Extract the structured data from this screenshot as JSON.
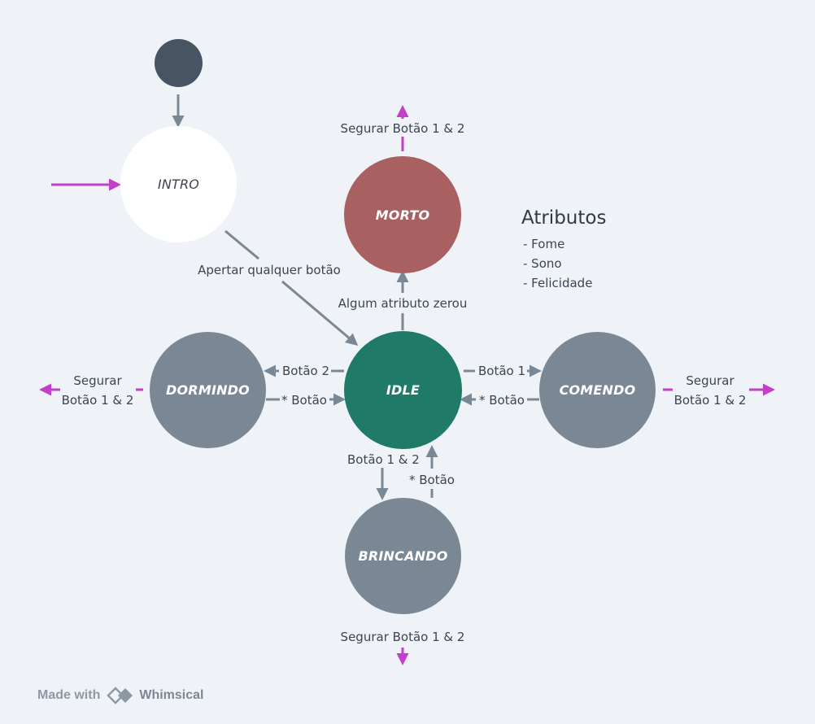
{
  "nodes": {
    "intro": "INTRO",
    "morto": "MORTO",
    "idle": "IDLE",
    "dormindo": "DORMINDO",
    "comendo": "COMENDO",
    "brincando": "BRINCANDO"
  },
  "labels": {
    "segurar_top": "Segurar Botão 1 & 2",
    "apertar": "Apertar qualquer botão",
    "algum": "Algum atributo zerou",
    "botao2": "Botão 2",
    "star_botao_left": "* Botão",
    "botao1": "Botão 1",
    "star_botao_right": "* Botão",
    "segurar_left": "Segurar\nBotão 1 & 2",
    "segurar_right": "Segurar\nBotão 1 & 2",
    "botao12": "Botão 1 & 2",
    "star_botao_bottom": "* Botão",
    "segurar_bottom": "Segurar Botão 1 & 2"
  },
  "attributes": {
    "title": "Atributos",
    "items": [
      "- Fome",
      "- Sono",
      "- Felicidade"
    ]
  },
  "footer": {
    "made_with": "Made with",
    "brand": "Whimsical"
  },
  "colors": {
    "background": "#eff3f7",
    "start": "#465463",
    "intro": "#ffffff",
    "morto": "#a86060",
    "idle": "#207a68",
    "gray_state": "#7a8896",
    "edge": "#7a8896",
    "external_edge": "#c33fca",
    "text": "#3b4552"
  }
}
